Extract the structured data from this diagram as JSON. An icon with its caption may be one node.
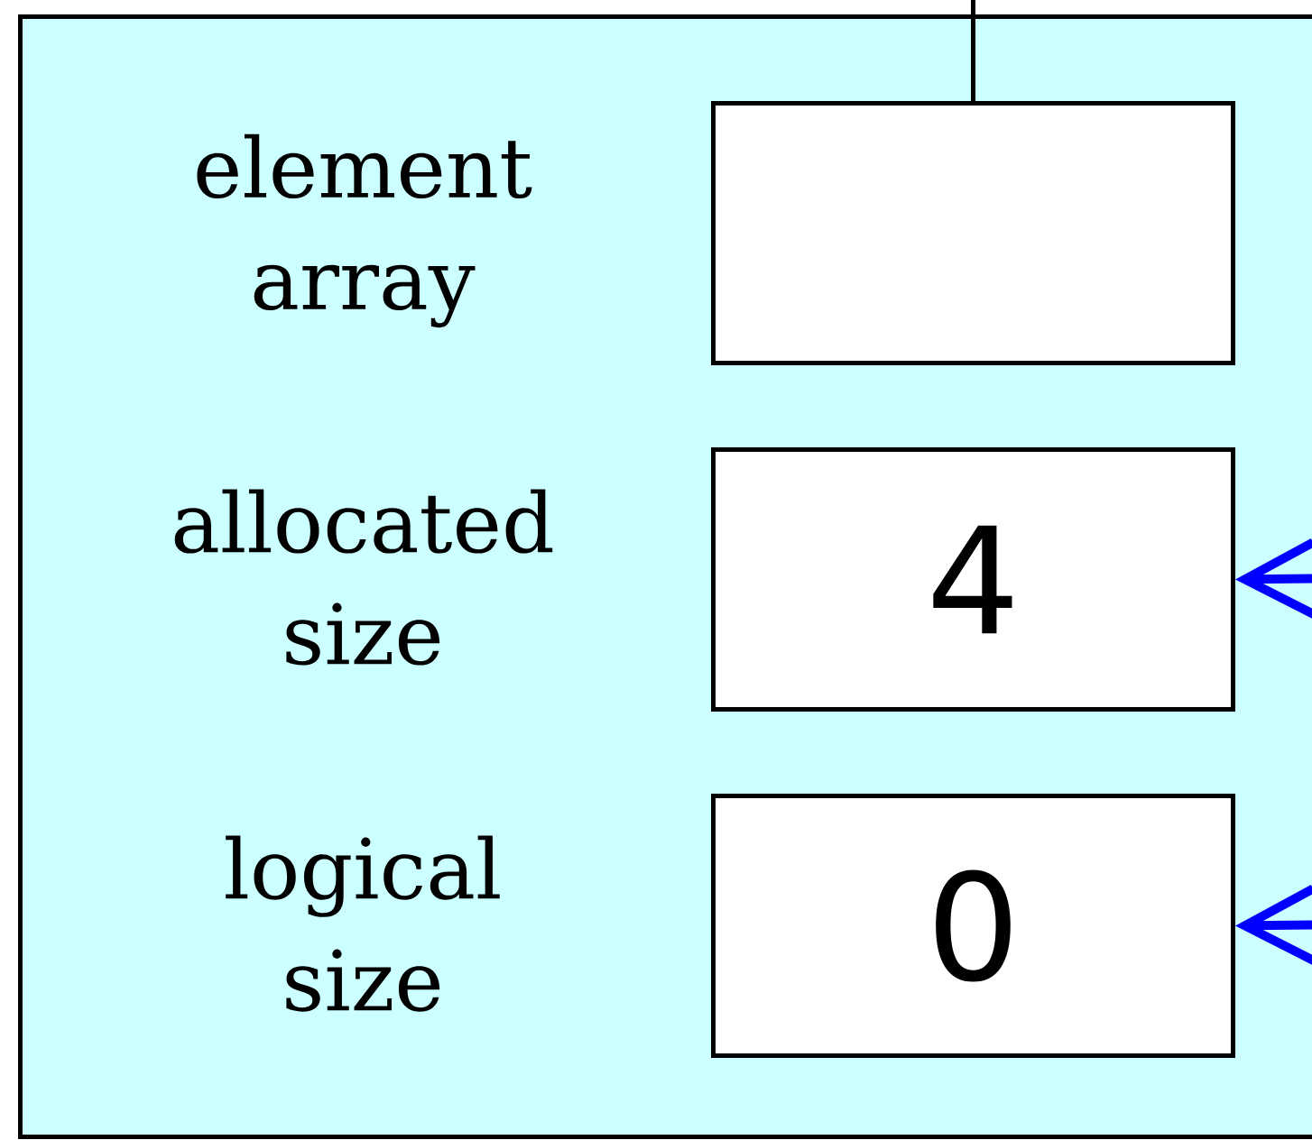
{
  "diagram": {
    "nodes": [
      {
        "text": [],
        "shape": "box"
      },
      {
        "text": [],
        "shape": "box",
        "in": 0,
        "beside": [
          "element array"
        ]
      },
      {
        "text": [
          "4"
        ],
        "in": 0,
        "beside": [
          "allocated size"
        ]
      },
      {
        "text": [
          "0"
        ],
        "in": 0,
        "beside": [
          "logical size"
        ]
      }
    ],
    "edges": [
      {
        "from": null,
        "to": 1,
        "arrow": "none",
        "color": "#000000"
      },
      {
        "from": null,
        "to": 2,
        "arrow": "to",
        "color": "#0000ff"
      },
      {
        "from": null,
        "to": 3,
        "arrow": "to",
        "color": "#0000ff"
      }
    ]
  }
}
